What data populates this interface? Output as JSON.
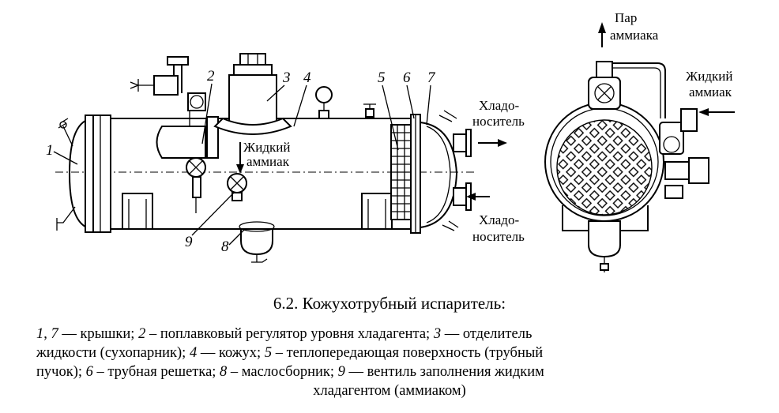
{
  "labels": {
    "n1": "1",
    "n2": "2",
    "n3": "3",
    "n4": "4",
    "n5": "5",
    "n6": "6",
    "n7": "7",
    "n8": "8",
    "n9": "9",
    "liquid_ammonia_main_1": "Жидкий",
    "liquid_ammonia_main_2": "аммиак",
    "coolant_out_1": "Хладо-",
    "coolant_out_2": "носитель",
    "coolant_in_1": "Хладо-",
    "coolant_in_2": "носитель",
    "vapor_1": "Пар",
    "vapor_2": "аммиака",
    "liquid_ammonia_side_1": "Жидкий",
    "liquid_ammonia_side_2": "аммиак"
  },
  "caption": {
    "title": "6.2. Кожухотрубный испаритель:",
    "line1": [
      {
        "t": "1",
        "i": true
      },
      {
        "t": ", ",
        "i": false
      },
      {
        "t": "7",
        "i": true
      },
      {
        "t": " — крышки; ",
        "i": false
      },
      {
        "t": "2",
        "i": true
      },
      {
        "t": " – поплавковый регулятор уровня хладагента; ",
        "i": false
      },
      {
        "t": "3",
        "i": true
      },
      {
        "t": " — отделитель",
        "i": false
      }
    ],
    "line2": [
      {
        "t": "жидкости (сухопарник); ",
        "i": false
      },
      {
        "t": "4",
        "i": true
      },
      {
        "t": " — кожух; ",
        "i": false
      },
      {
        "t": "5",
        "i": true
      },
      {
        "t": " – теплопередающая поверхность (трубный",
        "i": false
      }
    ],
    "line3": [
      {
        "t": "пучок); ",
        "i": false
      },
      {
        "t": "6",
        "i": true
      },
      {
        "t": " – трубная решетка; ",
        "i": false
      },
      {
        "t": "8",
        "i": true
      },
      {
        "t": " – маслосборник; ",
        "i": false
      },
      {
        "t": "9",
        "i": true
      },
      {
        "t": " — вентиль заполнения жидким",
        "i": false
      }
    ],
    "line4": [
      {
        "t": "хладагентом (аммиаком)",
        "i": false
      }
    ]
  }
}
